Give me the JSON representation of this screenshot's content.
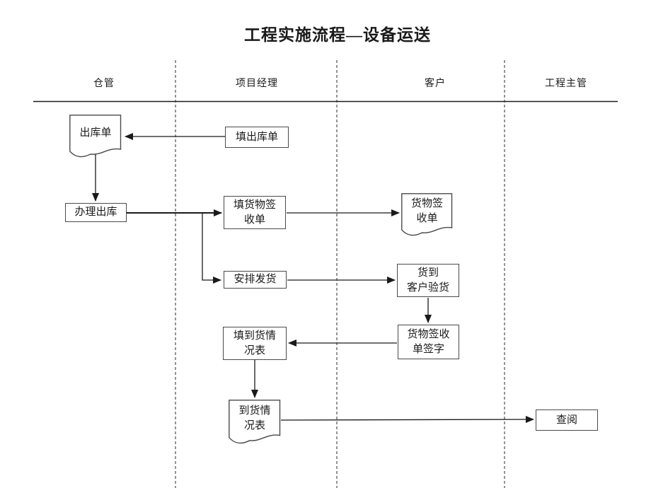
{
  "title": "工程实施流程—设备运送",
  "colors": {
    "ink": "#1a1a1a",
    "box_border": "#4a4a4a",
    "background": "#ffffff"
  },
  "lanes": [
    {
      "label": "仓管"
    },
    {
      "label": "项目经理"
    },
    {
      "label": "客户"
    },
    {
      "label": "工程主管"
    }
  ],
  "nodes": {
    "outbound_order_doc": {
      "label": "出库单",
      "shape": "document"
    },
    "fill_outbound_order": {
      "label": "填出库单",
      "shape": "process"
    },
    "handle_outbound": {
      "label": "办理出库",
      "shape": "process"
    },
    "fill_goods_receipt": {
      "label": "填货物签\n收单",
      "shape": "process"
    },
    "goods_receipt_doc": {
      "label": "货物签\n收单",
      "shape": "document"
    },
    "arrange_shipment": {
      "label": "安排发货",
      "shape": "process"
    },
    "goods_arrival_inspection": {
      "label": "货到\n客户验货",
      "shape": "process"
    },
    "sign_goods_receipt": {
      "label": "货物签收\n单签字",
      "shape": "process"
    },
    "fill_arrival_report": {
      "label": "填到货情\n况表",
      "shape": "process"
    },
    "arrival_report_doc": {
      "label": "到货情\n况表",
      "shape": "document"
    },
    "review": {
      "label": "查阅",
      "shape": "process"
    }
  }
}
